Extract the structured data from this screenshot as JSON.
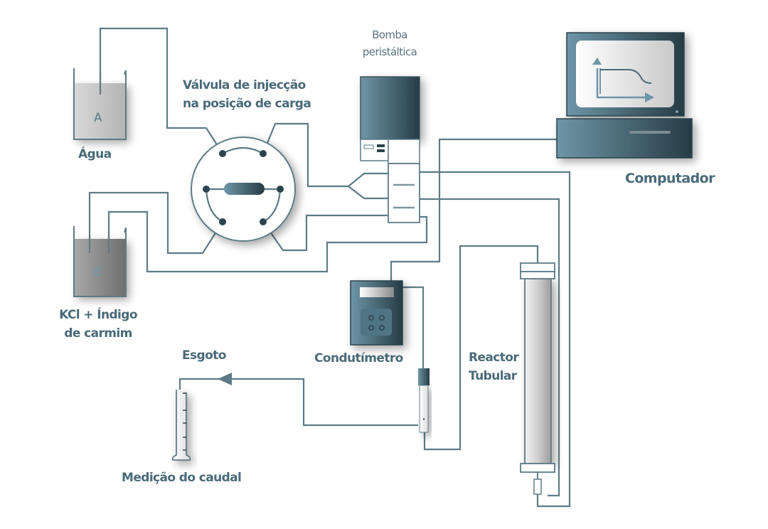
{
  "title": "Esquema da instalação experimental",
  "colors": {
    "line": "#5d7b87",
    "device_dark": "#2b434d",
    "device_light": "#6e96a6",
    "label": "#4a6a78",
    "liquid": "#9a9a9a"
  },
  "components": {
    "container_a": {
      "letter": "A",
      "label": "Água"
    },
    "container_b": {
      "letter": "B",
      "label_line1": "KCl + Índigo",
      "label_line2": "de carmim"
    },
    "valve": {
      "label_line1": "Válvula de injecção",
      "label_line2": "na posição de carga"
    },
    "pump": {
      "label_line1": "Bomba",
      "label_line2": "peristáltica"
    },
    "computer": {
      "label": "Computador"
    },
    "conductivity_meter": {
      "label": "Condutímetro"
    },
    "reactor": {
      "label_line1": "Reactor",
      "label_line2": "Tubular"
    },
    "drain": {
      "label": "Esgoto"
    },
    "flow_measurement": {
      "label": "Medição do caudal"
    }
  },
  "icons": {
    "computer_screen": "graph-step-response-icon",
    "flow_direction": "arrow-left-icon"
  }
}
